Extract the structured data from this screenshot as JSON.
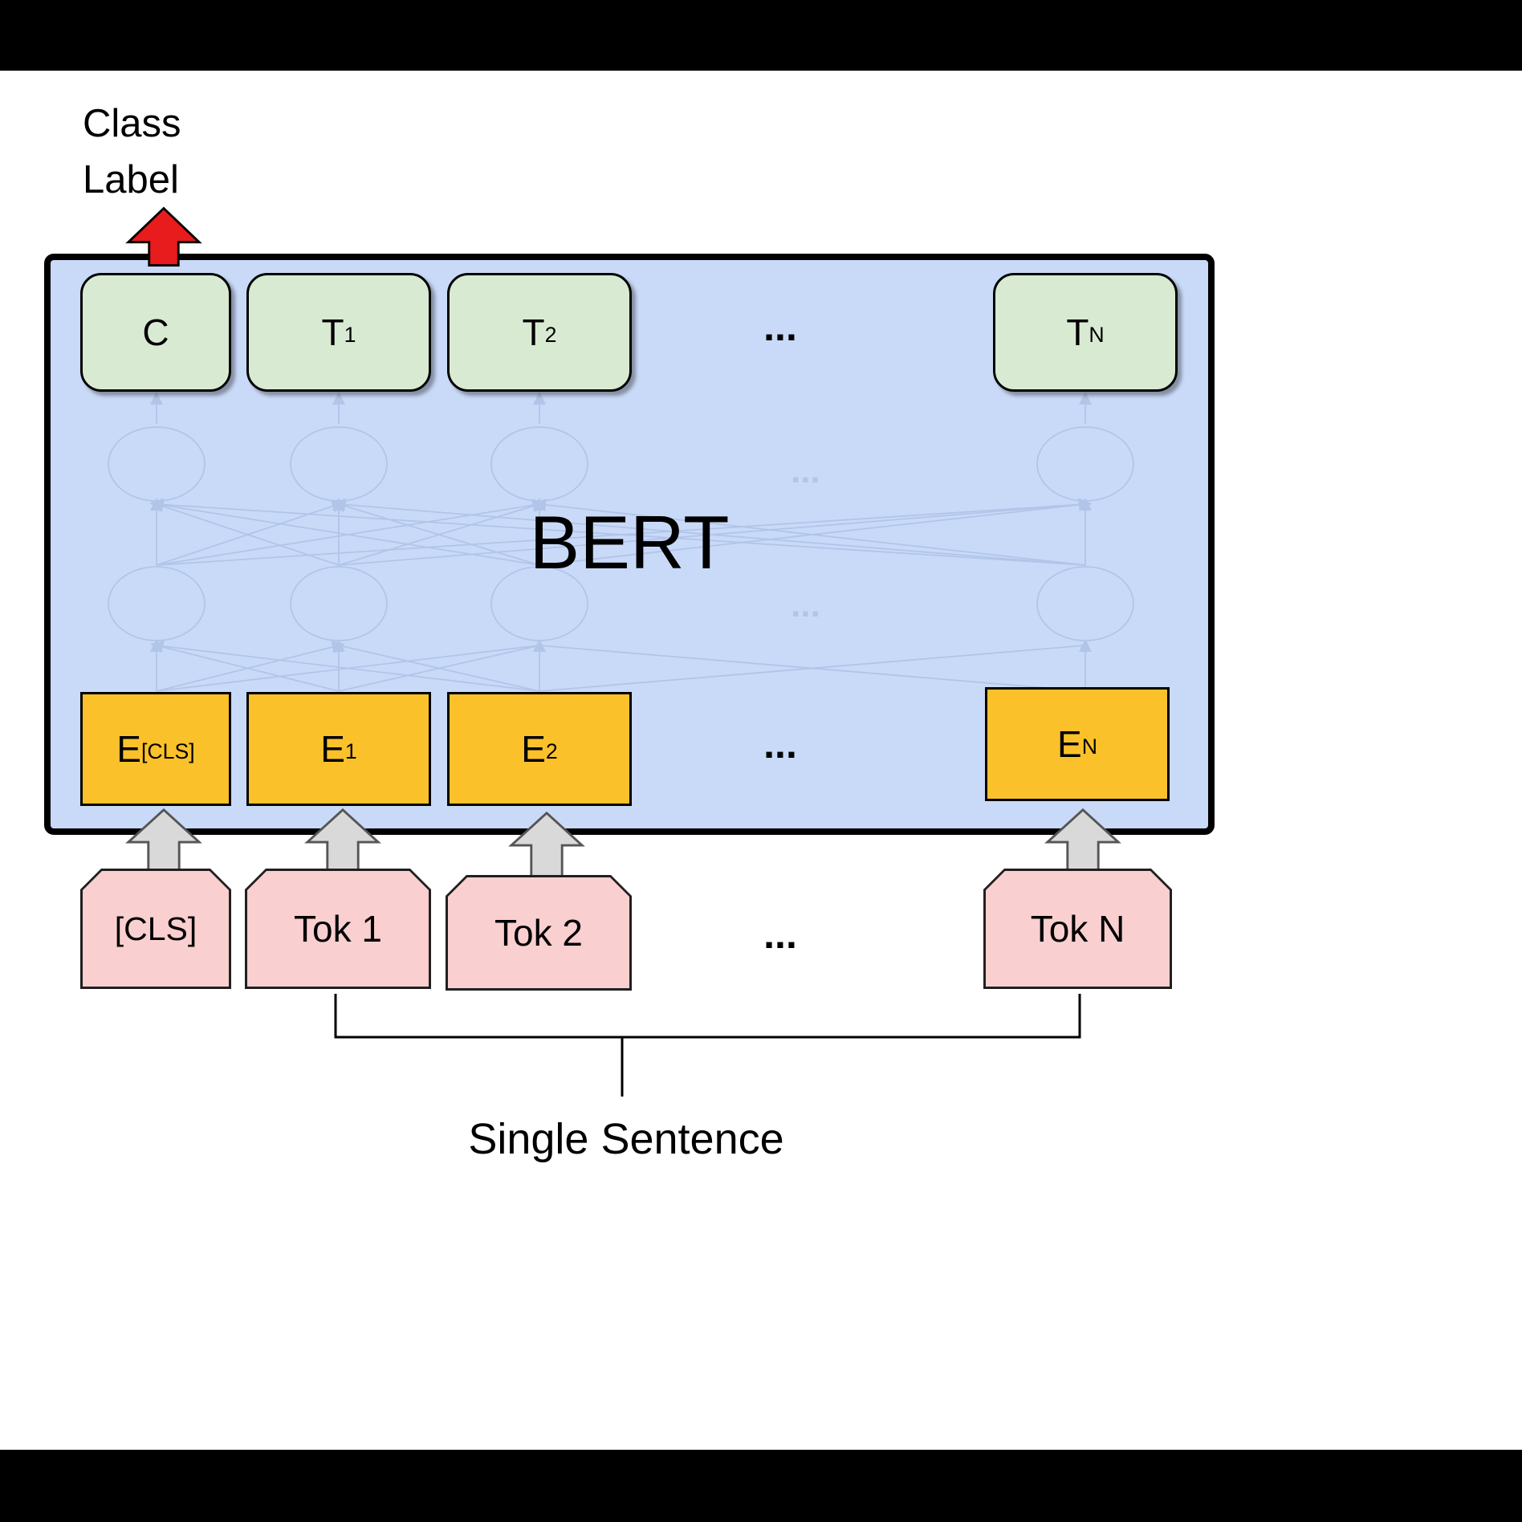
{
  "header": {
    "class_label_line1": "Class",
    "class_label_line2": "Label"
  },
  "bert_box": {
    "title": "BERT"
  },
  "hidden_layer": {
    "ellipsis_upper": "...",
    "ellipsis_lower": "..."
  },
  "outputs": {
    "ellipsis": "...",
    "items": [
      {
        "main": "C",
        "sub": ""
      },
      {
        "main": "T",
        "sub": "1"
      },
      {
        "main": "T",
        "sub": "2"
      },
      {
        "main": "T",
        "sub": "N"
      }
    ]
  },
  "embeddings": {
    "ellipsis": "...",
    "items": [
      {
        "main": "E",
        "sub": "[CLS]"
      },
      {
        "main": "E",
        "sub": "1"
      },
      {
        "main": "E",
        "sub": "2"
      },
      {
        "main": "E",
        "sub": "N"
      }
    ]
  },
  "tokens": {
    "ellipsis": "...",
    "items": [
      {
        "label": "[CLS]"
      },
      {
        "label": "Tok 1"
      },
      {
        "label": "Tok 2"
      },
      {
        "label": "Tok N"
      }
    ]
  },
  "caption": {
    "text": "Single Sentence"
  },
  "colors": {
    "bert_fill": "#c9daf8",
    "output_fill": "#d9ead3",
    "embedding_fill": "#fbc12b",
    "token_fill": "#f9cfcf",
    "class_arrow_red": "#e81c1c",
    "input_arrow_gray": "#d9d9d9",
    "network_stroke": "#9fb5de",
    "letterbox": "#000000"
  }
}
